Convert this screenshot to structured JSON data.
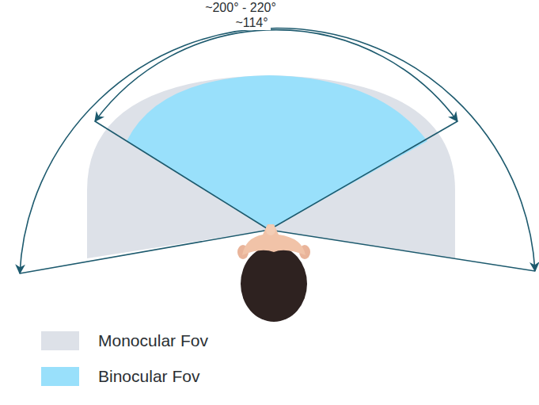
{
  "diagram": {
    "labels": [
      "~200° - 220°",
      "~114°"
    ],
    "legend": [
      {
        "text": "Monocular Fov",
        "color": "#dde1e8"
      },
      {
        "text": "Binocular Fov",
        "color": "#99e0fb"
      }
    ]
  }
}
